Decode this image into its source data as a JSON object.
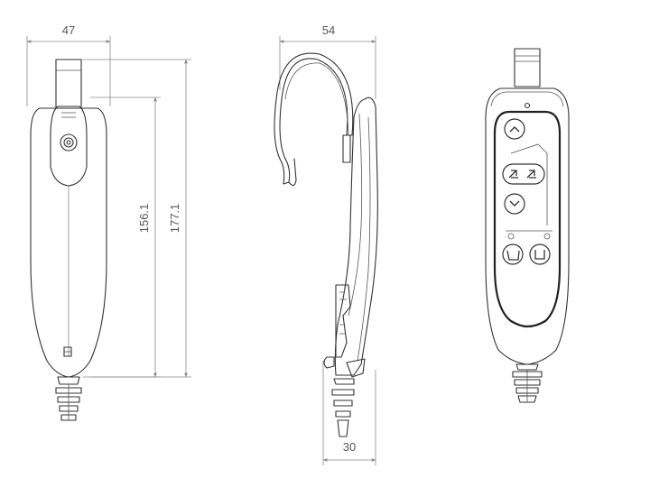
{
  "dimensions": {
    "front_width": "47",
    "front_inner_height": "156.1",
    "front_total_height": "177.1",
    "side_depth": "54",
    "side_bottom_width": "30"
  },
  "colors": {
    "line": "#333333",
    "dimension_line": "#8a8a8a",
    "text": "#555555"
  },
  "icons": {
    "button_up": "chevron-up-icon",
    "button_recline": "recline-arrows-icon",
    "button_down": "chevron-down-icon",
    "button_left": "tilt-left-icon",
    "button_right": "tilt-right-icon"
  }
}
